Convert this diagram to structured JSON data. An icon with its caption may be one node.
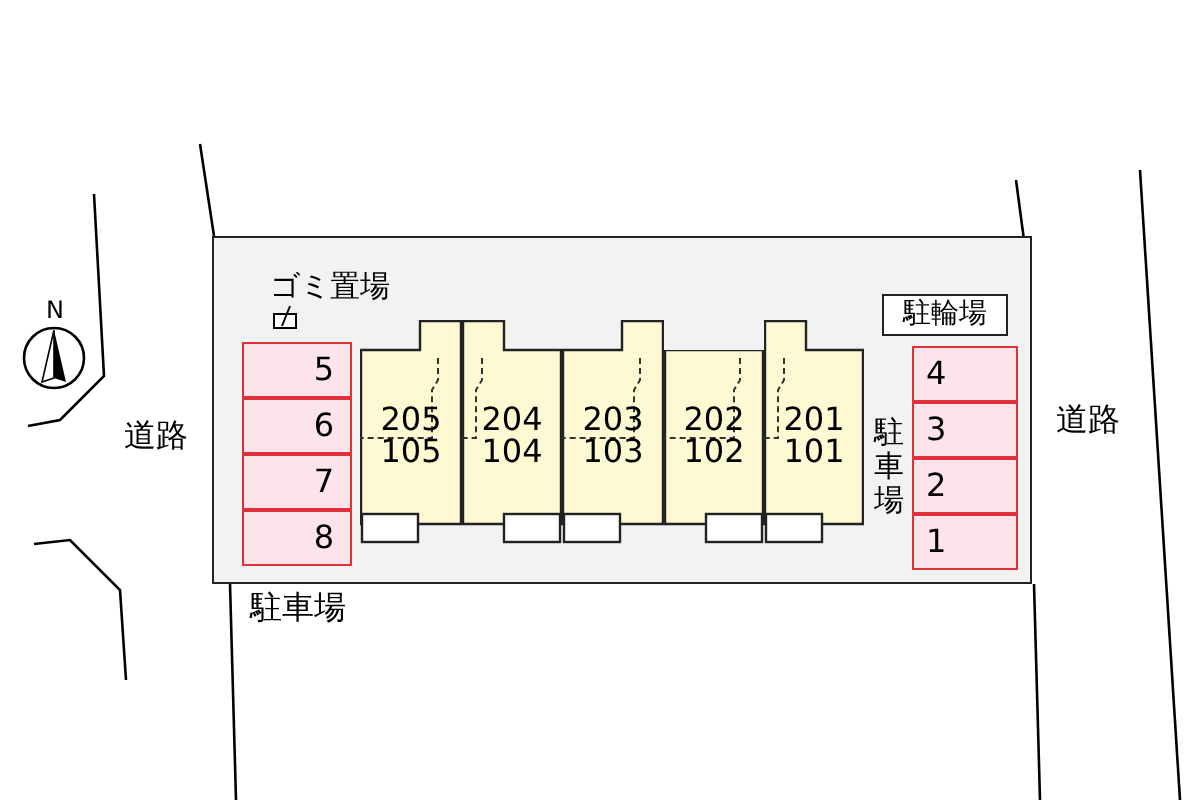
{
  "diagram": {
    "nodes": [
      {
        "text": [],
        "shape": "box"
      },
      {
        "text": [
          "ゴミ置場"
        ],
        "in": 0
      },
      {
        "text": [
          "駐輪場"
        ],
        "in": 0
      },
      {
        "text": [
          "5"
        ],
        "in": 0
      },
      {
        "text": [
          "6"
        ],
        "in": 0
      },
      {
        "text": [
          "7"
        ],
        "in": 0
      },
      {
        "text": [
          "8"
        ],
        "in": 0
      },
      {
        "text": [
          "205",
          "105"
        ],
        "in": 0
      },
      {
        "text": [
          "204",
          "104"
        ],
        "in": 0
      },
      {
        "text": [
          "203",
          "103"
        ],
        "in": 0
      },
      {
        "text": [
          "202",
          "102"
        ],
        "in": 0
      },
      {
        "text": [
          "201",
          "101"
        ],
        "in": 0
      },
      {
        "text": [
          "4"
        ],
        "in": 0
      },
      {
        "text": [
          "3"
        ],
        "in": 0
      },
      {
        "text": [
          "2"
        ],
        "in": 0
      },
      {
        "text": [
          "1"
        ],
        "in": 0
      }
    ],
    "edges": [],
    "labels": [
      "N",
      "道路",
      "駐車場",
      "道路",
      "駐車場"
    ]
  }
}
